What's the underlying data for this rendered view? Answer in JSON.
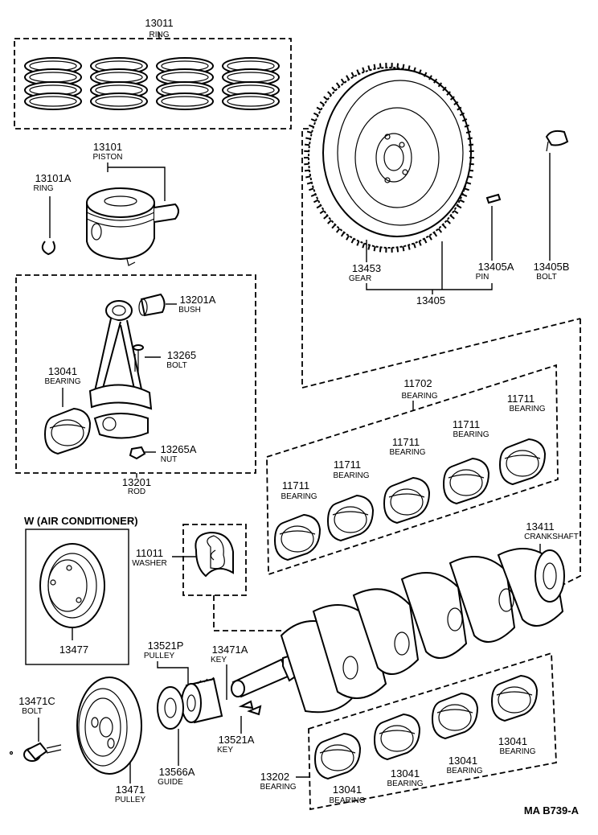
{
  "parts": {
    "p13011": {
      "number": "13011",
      "name": "RING"
    },
    "p13101": {
      "number": "13101",
      "name": "PISTON"
    },
    "p13101A": {
      "number": "13101A",
      "name": "RING"
    },
    "p13201A": {
      "number": "13201A",
      "name": "BUSH"
    },
    "p13265": {
      "number": "13265",
      "name": "BOLT"
    },
    "p13041a": {
      "number": "13041",
      "name": "BEARING"
    },
    "p13265A": {
      "number": "13265A",
      "name": "NUT"
    },
    "p13201": {
      "number": "13201",
      "name": "ROD"
    },
    "p13453": {
      "number": "13453",
      "name": "GEAR"
    },
    "p13405A": {
      "number": "13405A",
      "name": "PIN"
    },
    "p13405B": {
      "number": "13405B",
      "name": "BOLT"
    },
    "p13405": {
      "number": "13405"
    },
    "p11702": {
      "number": "11702",
      "name": "BEARING"
    },
    "p11711a": {
      "number": "11711",
      "name": "BEARING"
    },
    "p11711b": {
      "number": "11711",
      "name": "BEARING"
    },
    "p11711c": {
      "number": "11711",
      "name": "BEARING"
    },
    "p11711d": {
      "number": "11711",
      "name": "BEARING"
    },
    "p11711e": {
      "number": "11711",
      "name": "BEARING"
    },
    "p13411": {
      "number": "13411",
      "name": "CRANKSHAFT"
    },
    "p11011": {
      "number": "11011",
      "name": "WASHER"
    },
    "p13477": {
      "number": "13477"
    },
    "p13521P": {
      "number": "13521P",
      "name": "PULLEY"
    },
    "p13471A": {
      "number": "13471A",
      "name": "KEY"
    },
    "p13471C": {
      "number": "13471C",
      "name": "BOLT"
    },
    "p13521A": {
      "number": "13521A",
      "name": "KEY"
    },
    "p13566A": {
      "number": "13566A",
      "name": "GUIDE"
    },
    "p13471": {
      "number": "13471",
      "name": "PULLEY"
    },
    "p13202": {
      "number": "13202",
      "name": "BEARING"
    },
    "p13041b": {
      "number": "13041",
      "name": "BEARING"
    },
    "p13041c": {
      "number": "13041",
      "name": "BEARING"
    },
    "p13041d": {
      "number": "13041",
      "name": "BEARING"
    },
    "p13041e": {
      "number": "13041",
      "name": "BEARING"
    }
  },
  "ac_heading": "W (AIR CONDITIONER)",
  "diagram_code": "MA  B739-A",
  "icons": [
    "piston-ring-set-icon",
    "piston-icon",
    "connecting-rod-icon",
    "flywheel-icon",
    "bearing-icon",
    "crankshaft-icon",
    "pulley-icon",
    "bolt-icon"
  ]
}
